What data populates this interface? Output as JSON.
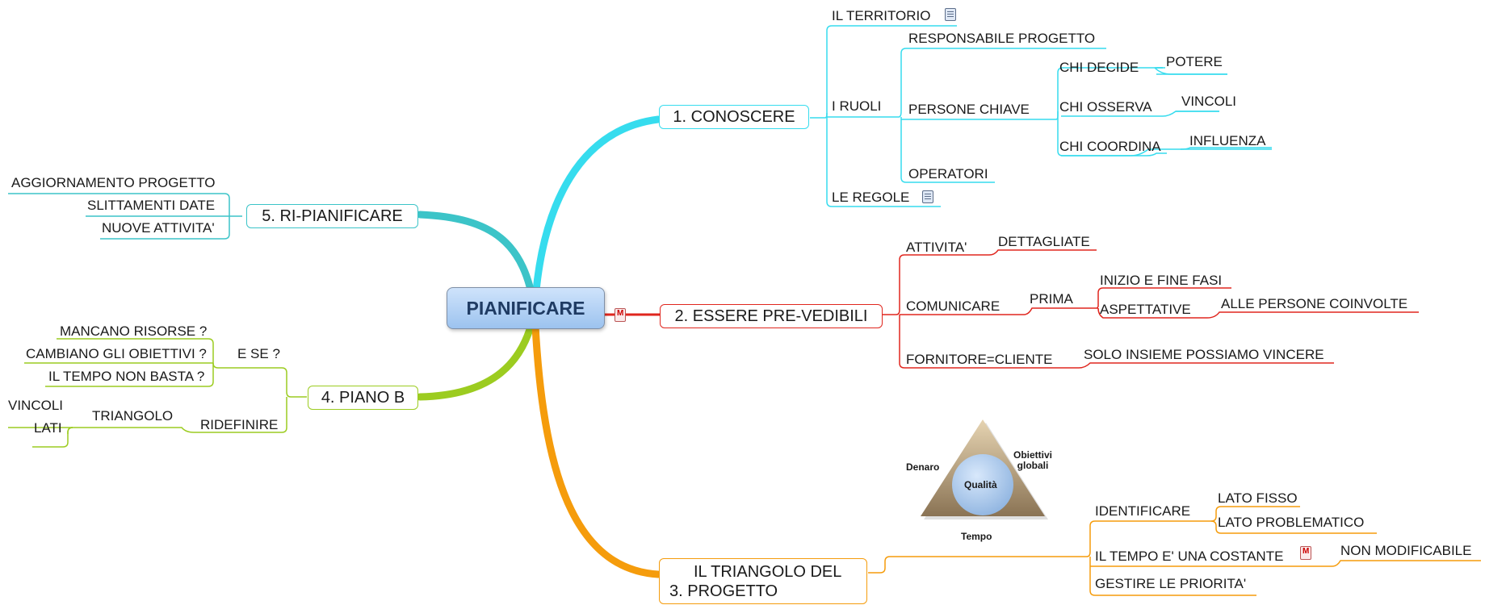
{
  "colors": {
    "conoscere": "#36dcee",
    "ripianificare": "#3cc4c8",
    "prevedibili": "#e0261e",
    "pianob": "#9ccc20",
    "triangolo": "#f59c0c"
  },
  "central": {
    "label": "PIANIFICARE"
  },
  "conoscere": {
    "label": "1. CONOSCERE",
    "territorio": "IL TERRITORIO",
    "ruoli": "I RUOLI",
    "responsabile": "RESPONSABILE PROGETTO",
    "persone_chiave": "PERSONE CHIAVE",
    "chi_decide": "CHI DECIDE",
    "potere": "POTERE",
    "chi_osserva": "CHI OSSERVA",
    "vincoli": "VINCOLI",
    "chi_coordina": "CHI COORDINA",
    "influenza": "INFLUENZA",
    "operatori": "OPERATORI",
    "regole": "LE REGOLE"
  },
  "prevedibili": {
    "label": "2. ESSERE PRE-VEDIBILI",
    "attivita": "ATTIVITA'",
    "dettagliate": "DETTAGLIATE",
    "comunicare": "COMUNICARE",
    "prima": "PRIMA",
    "inizio_fine": "INIZIO E FINE FASI",
    "aspettative": "ASPETTATIVE",
    "persone_coinvolte": "ALLE PERSONE COINVOLTE",
    "fornitore": "FORNITORE=CLIENTE",
    "insieme": "SOLO INSIEME POSSIAMO VINCERE"
  },
  "triangolo": {
    "label_line1": "IL TRIANGOLO DEL",
    "label_line2": "3. PROGETTO",
    "identificare": "IDENTIFICARE",
    "lato_fisso": "LATO FISSO",
    "lato_problematico": "LATO PROBLEMATICO",
    "tempo_costante": "IL TEMPO E' UNA COSTANTE",
    "non_modificabile": "NON MODIFICABILE",
    "gestire": "GESTIRE LE PRIORITA'",
    "figure": {
      "denaro": "Denaro",
      "obiettivi": "Obiettivi globali",
      "qualita": "Qualità",
      "tempo": "Tempo"
    }
  },
  "ripianificare": {
    "label": "5. RI-PIANIFICARE",
    "aggiornamento": "AGGIORNAMENTO PROGETTO",
    "slittamenti": "SLITTAMENTI DATE",
    "nuove": "NUOVE ATTIVITA'"
  },
  "pianob": {
    "label": "4. PIANO B",
    "ese": "E SE ?",
    "mancano": "MANCANO RISORSE ?",
    "cambiano": "CAMBIANO GLI OBIETTIVI ?",
    "tempo": "IL TEMPO NON BASTA ?",
    "ridefinire": "RIDEFINIRE",
    "triangolo": "TRIANGOLO",
    "vincoli": "VINCOLI",
    "lati": "LATI"
  }
}
